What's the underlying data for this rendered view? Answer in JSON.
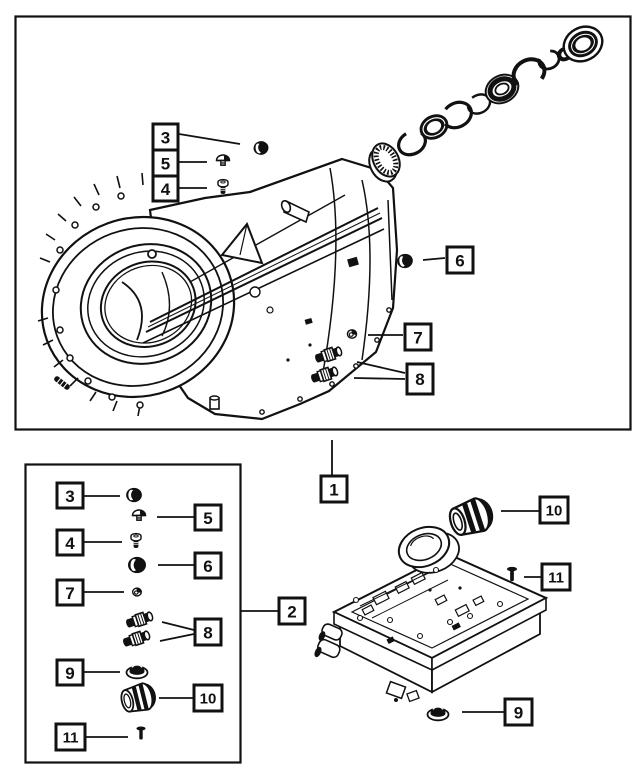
{
  "diagram": {
    "background": "#ffffff",
    "ink": "#111111",
    "description_names": {
      "top_panel": "transmission-case-exploded-view",
      "legend_panel": "small-hardware-legend",
      "valve_body": "valve-body-assembly"
    },
    "callouts": {
      "assembly": {
        "label": "1"
      },
      "legend_panel": {
        "label": "2"
      },
      "case_stack": [
        {
          "label": "3"
        },
        {
          "label": "5"
        },
        {
          "label": "4"
        }
      ],
      "case_plug": {
        "label": "6"
      },
      "case_nut": {
        "label": "7"
      },
      "case_sensors": {
        "label": "8"
      },
      "legend_items": [
        {
          "label": "3"
        },
        {
          "label": "5"
        },
        {
          "label": "4"
        },
        {
          "label": "6"
        },
        {
          "label": "7"
        },
        {
          "label": "8"
        },
        {
          "label": "9"
        },
        {
          "label": "10"
        },
        {
          "label": "11"
        }
      ],
      "valve_connector": {
        "label": "10"
      },
      "valve_bolt": {
        "label": "11"
      },
      "valve_seal": {
        "label": "9"
      }
    }
  }
}
